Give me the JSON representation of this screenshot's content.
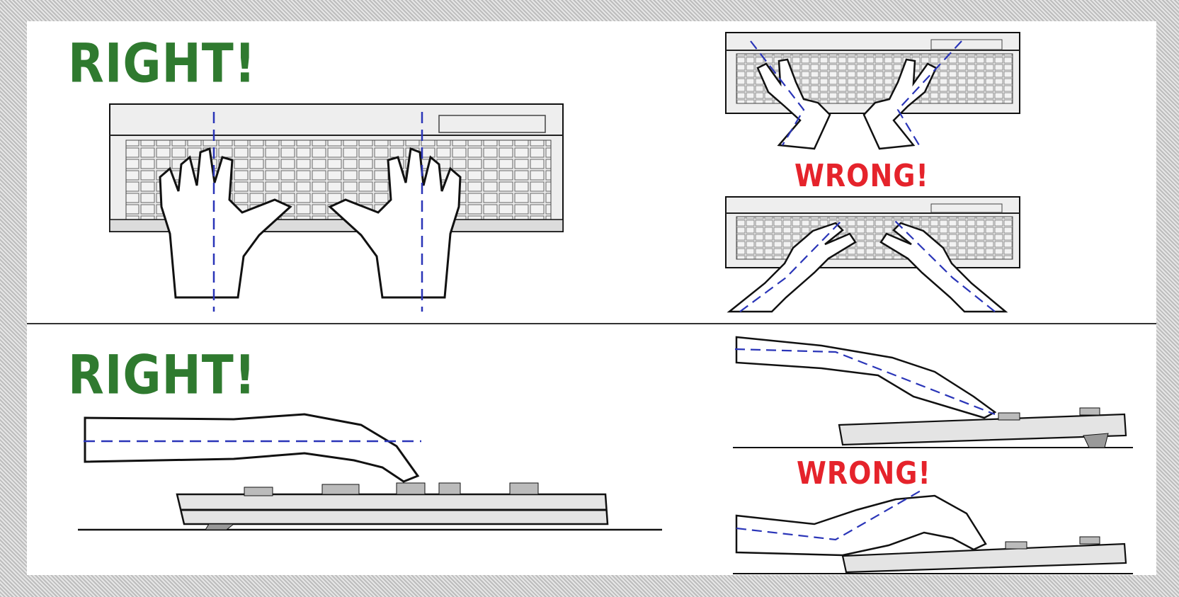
{
  "labels": {
    "top_right": "RIGHT!",
    "top_wrong": "WRONG!",
    "bottom_right": "RIGHT!",
    "bottom_wrong": "WRONG!"
  },
  "colors": {
    "right": "#2f7a2f",
    "wrong": "#e5232b",
    "guide_line": "#2a35b8",
    "outline": "#111111",
    "keyboard": "#e8e8e8"
  },
  "illustrations": [
    "keyboard-top-view-correct-hands",
    "keyboard-top-view-wrists-angled-outward",
    "keyboard-top-view-wrists-angled-inward",
    "side-view-straight-wrist",
    "side-view-wrist-bent-down",
    "side-view-wrist-bent-up"
  ]
}
